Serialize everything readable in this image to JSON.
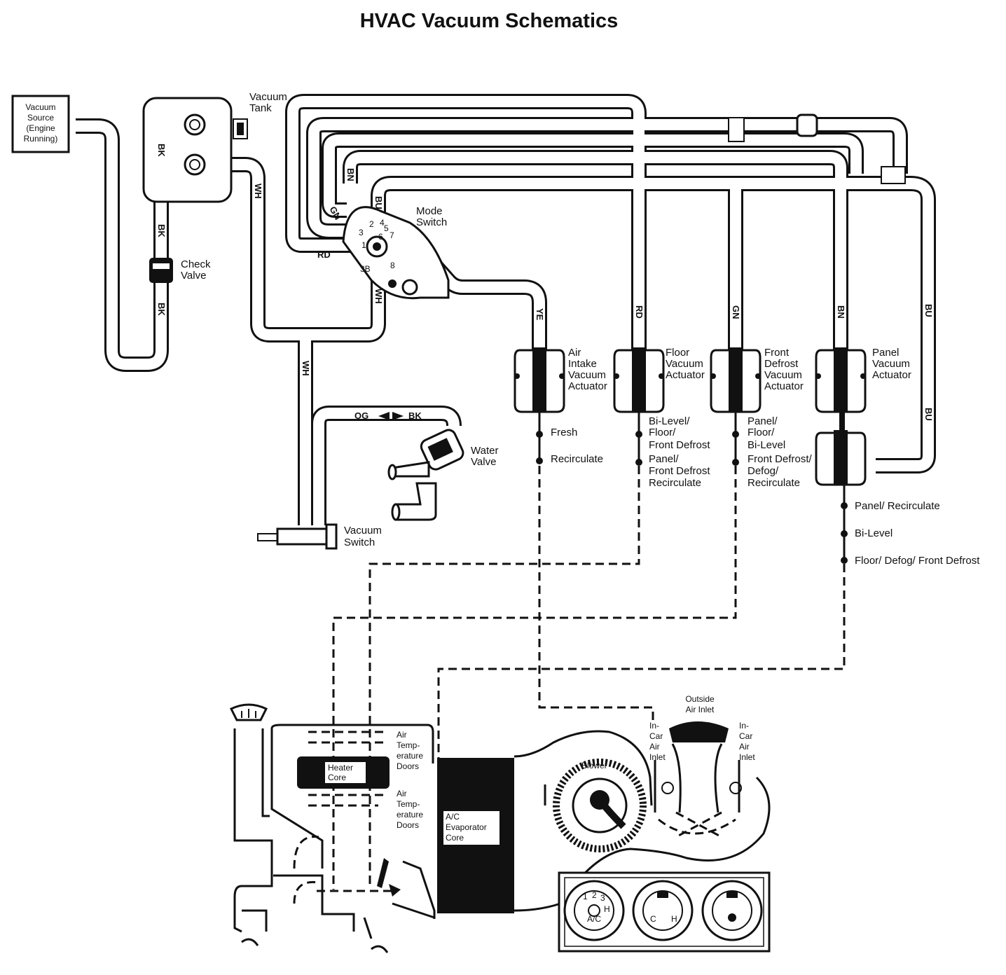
{
  "title": "HVAC Vacuum Schematics",
  "components": {
    "vacuum_source": [
      "Vacuum",
      "Source",
      "(Engine",
      "Running)"
    ],
    "vacuum_tank": [
      "Vacuum",
      "Tank"
    ],
    "check_valve": [
      "Check",
      "Valve"
    ],
    "mode_switch": [
      "Mode",
      "Switch"
    ],
    "water_valve": [
      "Water",
      "Valve"
    ],
    "vacuum_switch": [
      "Vacuum",
      "Switch"
    ],
    "air_intake_actuator": [
      "Air",
      "Intake",
      "Vacuum",
      "Actuator"
    ],
    "floor_actuator": [
      "Floor",
      "Vacuum",
      "Actuator"
    ],
    "front_defrost_actuator": [
      "Front",
      "Defrost",
      "Vacuum",
      "Actuator"
    ],
    "panel_actuator": [
      "Panel",
      "Vacuum",
      "Actuator"
    ]
  },
  "positions": {
    "air_intake": [
      "Fresh",
      "Recirculate"
    ],
    "floor": [
      "Bi-Level/",
      "Floor/",
      "Front Defrost",
      "Panel/",
      "Front Defrost",
      "Recirculate"
    ],
    "front_defrost": [
      "Panel/",
      "Floor/",
      "Bi-Level",
      "Front Defrost/",
      "Defog/",
      "Recirculate"
    ],
    "panel": [
      "Panel/ Recirculate",
      "Bi-Level",
      "Floor/ Defog/ Front Defrost"
    ]
  },
  "hose_colors": {
    "bk": "BK",
    "wh": "WH",
    "rd": "RD",
    "gn": "GN",
    "bn": "BN",
    "bu": "BU",
    "ye": "YE",
    "og": "OG"
  },
  "mode_switch_ports": [
    "3",
    "2",
    "4",
    "7",
    "8",
    "1",
    "5",
    "6",
    "3B"
  ],
  "housing": {
    "outside_air_inlet": [
      "Outside",
      "Air Inlet"
    ],
    "in_car_air_inlet": [
      "In-",
      "Car",
      "Air",
      "Inlet"
    ],
    "blower": "Blower",
    "heater_core": [
      "Heater",
      "Core"
    ],
    "air_temperature_doors": [
      "Air",
      "Temp-",
      "erature",
      "Doors"
    ],
    "evaporator": [
      "A/C",
      "Evaporator",
      "Core"
    ]
  },
  "control_panel": {
    "knob_left": [
      "1",
      "2",
      "3",
      "H",
      "A/C"
    ],
    "knob_middle": [
      "C",
      "H"
    ]
  }
}
